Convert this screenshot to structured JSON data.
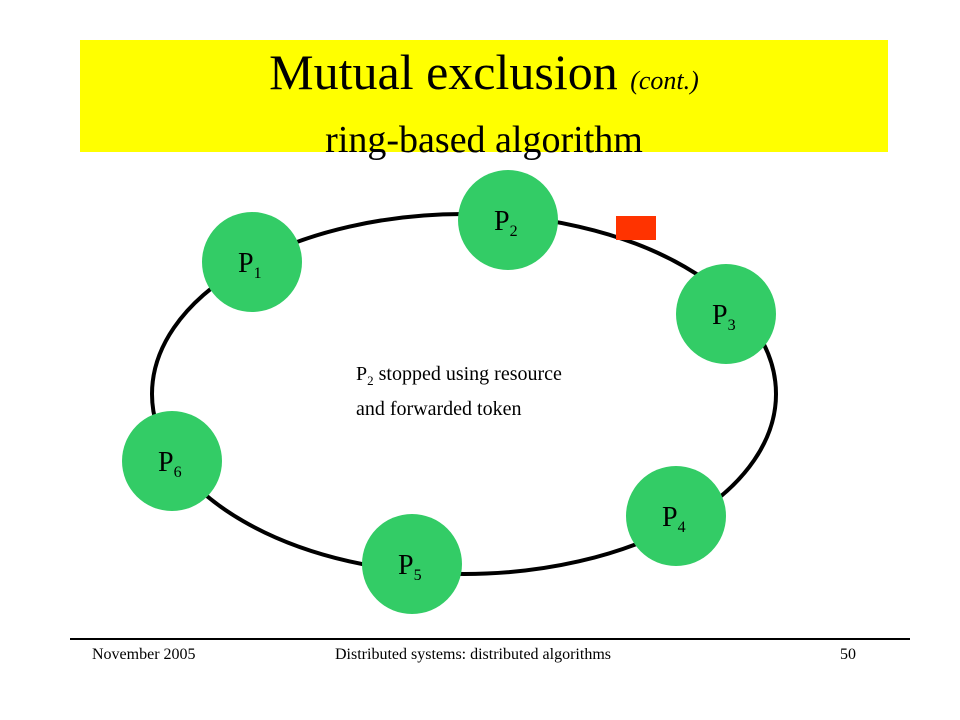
{
  "header": {
    "title_main": "Mutual exclusion",
    "title_sub": "(cont.)",
    "subtitle": "ring-based algorithm",
    "band_color": "#ffff00"
  },
  "diagram": {
    "node_color": "#33cc66",
    "token_color": "#ff3300",
    "token_between": [
      "P2",
      "P3"
    ],
    "nodes": [
      {
        "id": "P1",
        "base": "P",
        "sub": "1"
      },
      {
        "id": "P2",
        "base": "P",
        "sub": "2"
      },
      {
        "id": "P3",
        "base": "P",
        "sub": "3"
      },
      {
        "id": "P4",
        "base": "P",
        "sub": "4"
      },
      {
        "id": "P5",
        "base": "P",
        "sub": "5"
      },
      {
        "id": "P6",
        "base": "P",
        "sub": "6"
      }
    ],
    "caption": {
      "p": "P",
      "p_sub": "2",
      "line1_rest": " stopped using resource",
      "line2": "and forwarded token"
    }
  },
  "footer": {
    "date": "November 2005",
    "course": "Distributed systems: distributed algorithms",
    "page": "50"
  }
}
